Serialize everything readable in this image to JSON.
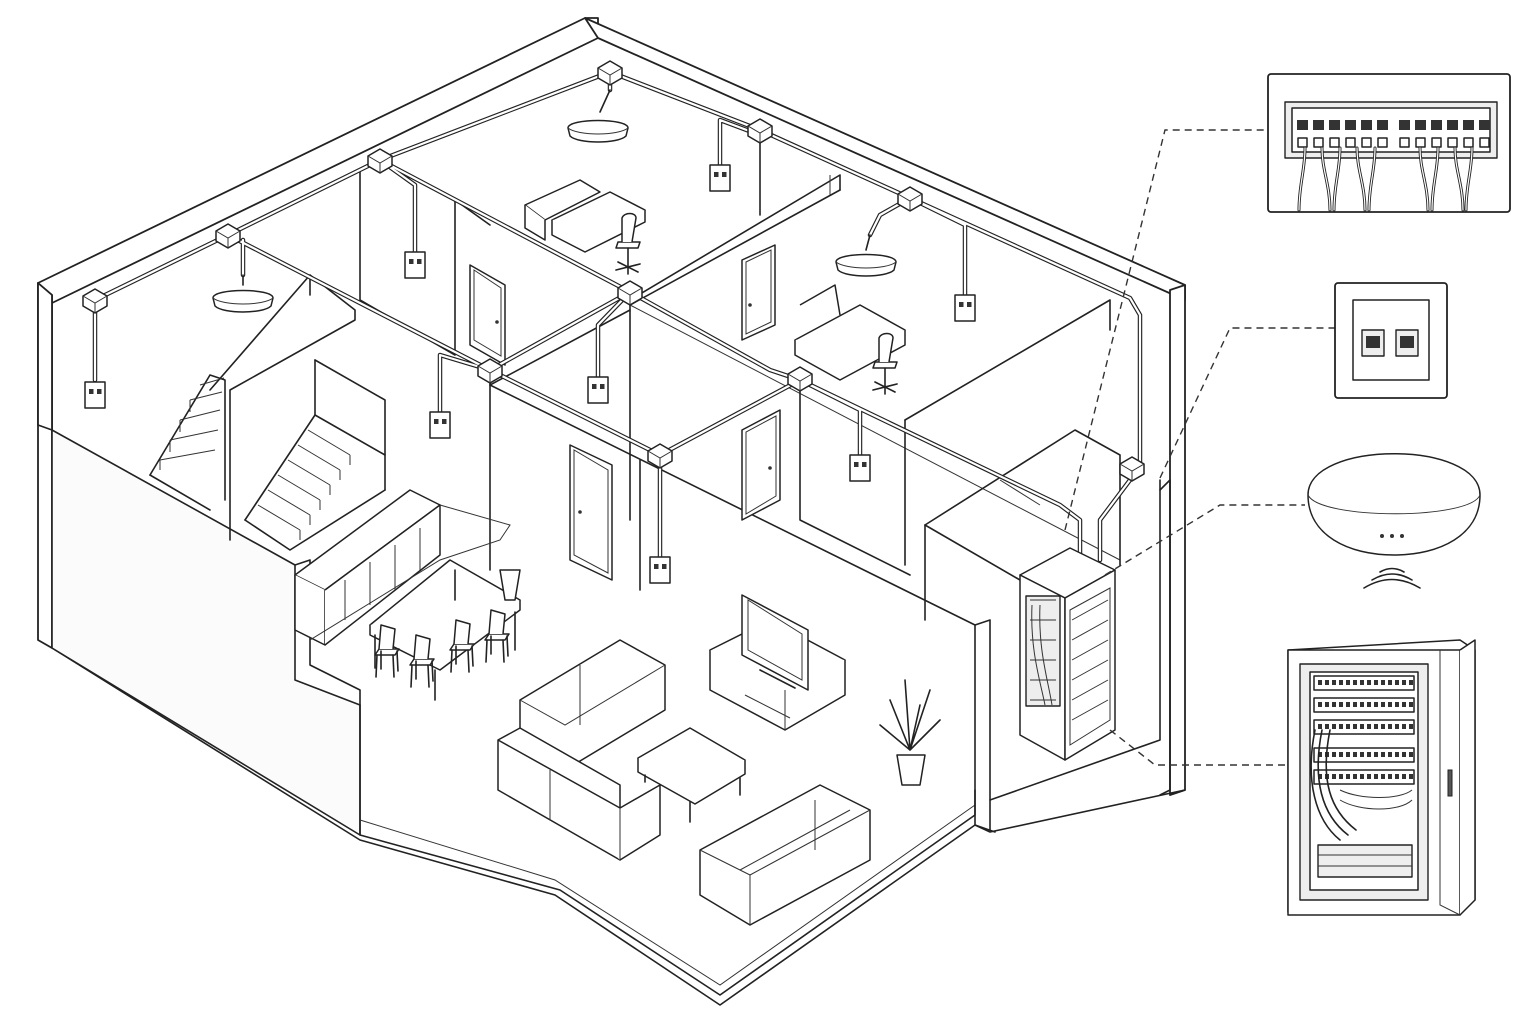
{
  "diagram": {
    "labels": [],
    "components": [
      {
        "name": "patch-panel",
        "kind": "detail-callout"
      },
      {
        "name": "network-wall-outlet",
        "kind": "detail-callout"
      },
      {
        "name": "wifi-access-point",
        "kind": "detail-callout"
      },
      {
        "name": "server-rack-cabinet",
        "kind": "detail-callout"
      }
    ],
    "icons": [
      "wifi-signal-icon"
    ]
  }
}
